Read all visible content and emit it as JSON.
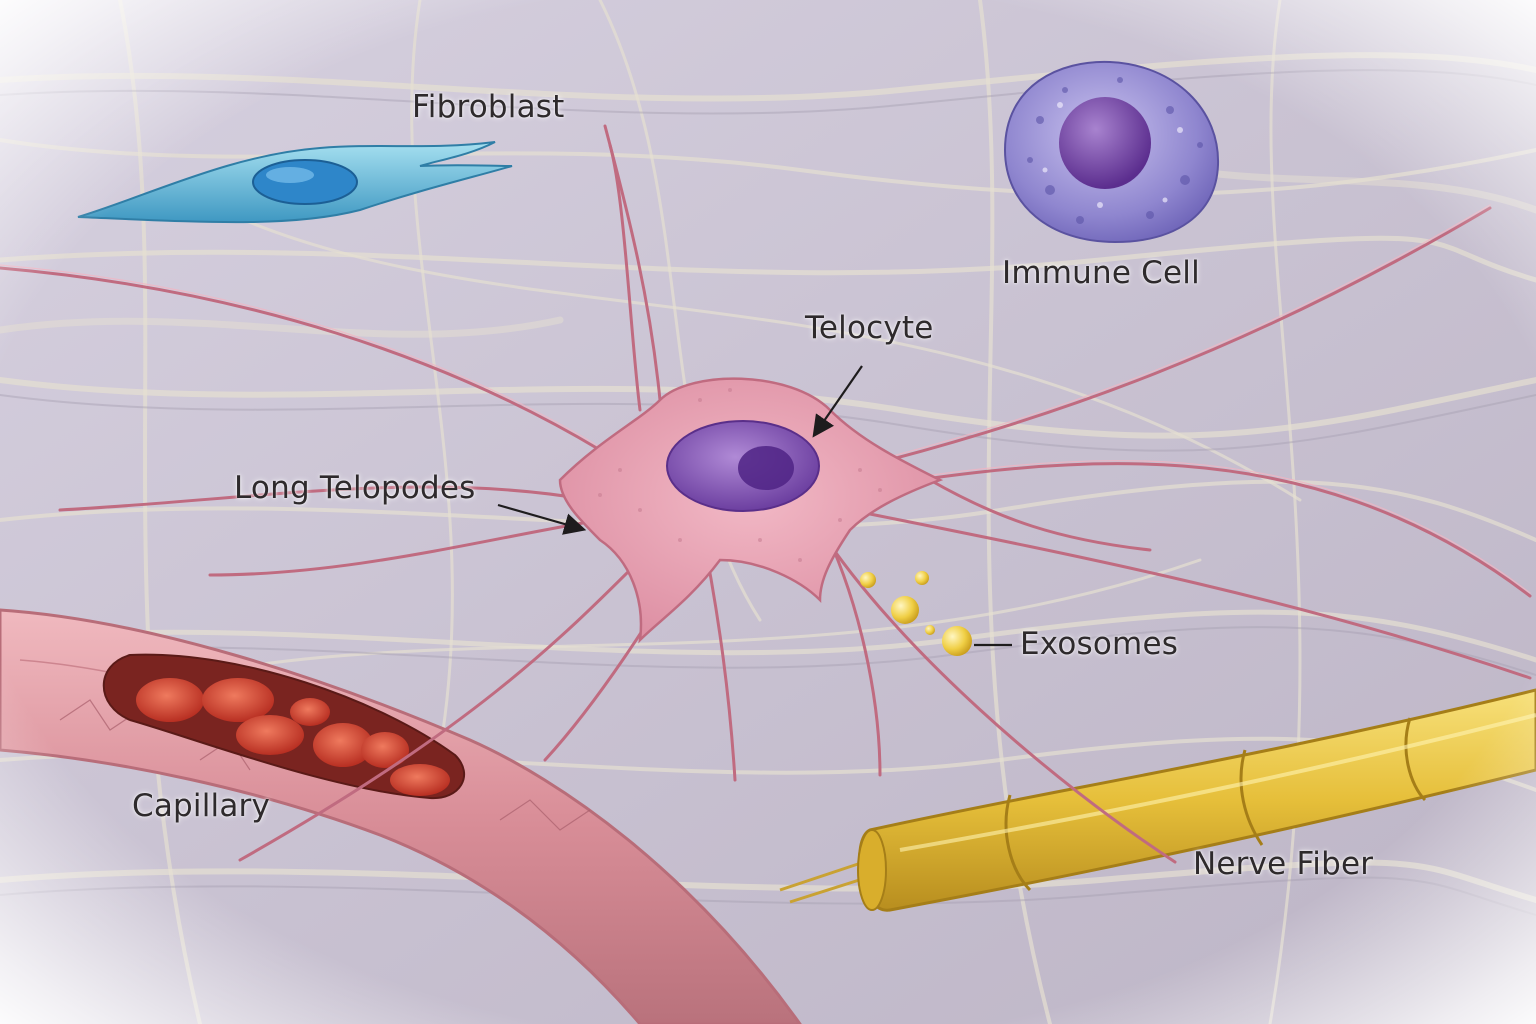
{
  "labels": {
    "fibroblast": "Fibroblast",
    "immune_cell": "Immune Cell",
    "telocyte": "Telocyte",
    "long_telopodes": "Long Telopodes",
    "exosomes": "Exosomes",
    "capillary": "Capillary",
    "nerve_fiber": "Nerve Fiber"
  },
  "colors": {
    "background": "#cfc9d8",
    "telocyte_body": "#e9a6b6",
    "telocyte_nucleus": "#8a5cb8",
    "fibroblast": "#5fb3d6",
    "immune_cell": "#8f86cf",
    "capillary_wall": "#d98e98",
    "red_blood_cell": "#d6432f",
    "nerve_fiber": "#e6bf3a",
    "exosome": "#f0cf45",
    "label_text": "#2e2a2c"
  }
}
